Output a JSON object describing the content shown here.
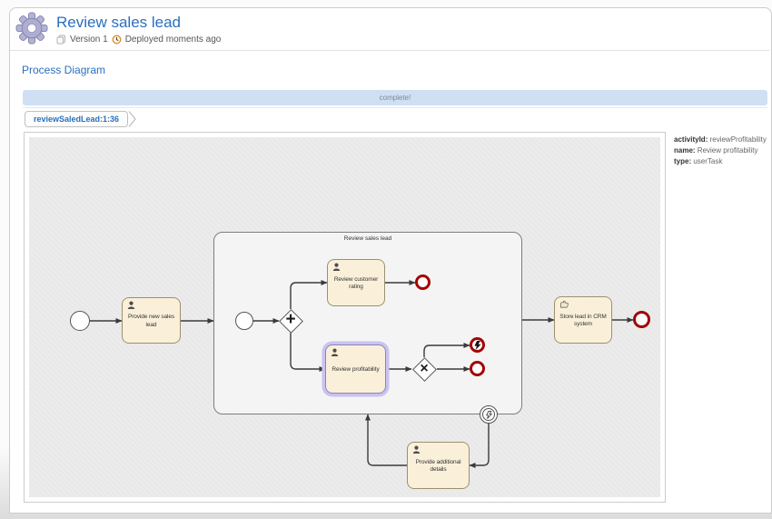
{
  "header": {
    "title": "Review sales lead",
    "version": "Version 1",
    "deployed": "Deployed moments ago"
  },
  "section_title": "Process Diagram",
  "progress": {
    "label": "complete!"
  },
  "tab": {
    "label": "reviewSaledLead:1:36"
  },
  "activity_info": {
    "rows": [
      {
        "label": "activityId",
        "value": "reviewProfitability"
      },
      {
        "label": "name",
        "value": "Review profitability"
      },
      {
        "label": "type",
        "value": "userTask"
      }
    ]
  },
  "diagram": {
    "subprocess_label": "Review sales lead",
    "tasks": {
      "provide_new_sales_lead": {
        "label": "Provide new sales lead",
        "icon": "user-task-icon"
      },
      "review_customer_rating": {
        "label": "Review customer rating",
        "icon": "user-task-icon"
      },
      "review_profitability": {
        "label": "Review profitability",
        "icon": "user-task-icon",
        "highlighted": true
      },
      "provide_additional_details": {
        "label": "Provide additional details",
        "icon": "user-task-icon"
      },
      "store_lead_in_crm": {
        "label": "Store lead in CRM system",
        "icon": "manual-task-icon"
      }
    },
    "gateways": {
      "parallel": "+",
      "exclusive": "×"
    },
    "icons": {
      "start_event": "start-event-circle",
      "end_event": "end-event-thick-red-circle",
      "error_event": "lightning-bolt-icon",
      "boundary_event": "error-boundary-event"
    }
  },
  "colors": {
    "accent_blue": "#2a6fc0",
    "progress_bar_bg": "#cfe0f5",
    "task_fill": "#faf0da",
    "highlight_ring": "#c9c2f2",
    "end_event_red": "#a40202",
    "canvas_bg": "#ececec"
  }
}
